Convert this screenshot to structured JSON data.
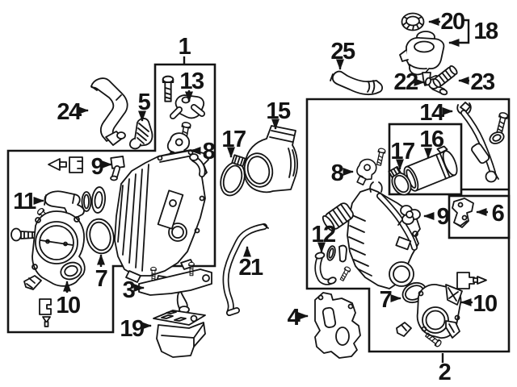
{
  "diagram": {
    "background_color": "#ffffff",
    "line_color": "#141414",
    "description": "Exploded automotive engine parts diagram with numbered callouts and grouping boxes",
    "groups": [
      {
        "id": "group-box-1",
        "label": "1"
      },
      {
        "id": "group-box-2",
        "label": "2"
      }
    ],
    "callouts": [
      {
        "id": "callout-1",
        "label": "1"
      },
      {
        "id": "callout-13",
        "label": "13"
      },
      {
        "id": "callout-5",
        "label": "5"
      },
      {
        "id": "callout-8-left",
        "label": "8"
      },
      {
        "id": "callout-17-left",
        "label": "17"
      },
      {
        "id": "callout-15",
        "label": "15"
      },
      {
        "id": "callout-24",
        "label": "24"
      },
      {
        "id": "callout-9-left",
        "label": "9"
      },
      {
        "id": "callout-11",
        "label": "11"
      },
      {
        "id": "callout-7-left",
        "label": "7"
      },
      {
        "id": "callout-10-left",
        "label": "10"
      },
      {
        "id": "callout-3",
        "label": "3"
      },
      {
        "id": "callout-19",
        "label": "19"
      },
      {
        "id": "callout-21",
        "label": "21"
      },
      {
        "id": "callout-25",
        "label": "25"
      },
      {
        "id": "callout-20",
        "label": "20"
      },
      {
        "id": "callout-18",
        "label": "18"
      },
      {
        "id": "callout-22",
        "label": "22"
      },
      {
        "id": "callout-23",
        "label": "23"
      },
      {
        "id": "callout-14",
        "label": "14"
      },
      {
        "id": "callout-16",
        "label": "16"
      },
      {
        "id": "callout-17-right",
        "label": "17"
      },
      {
        "id": "callout-8-right",
        "label": "8"
      },
      {
        "id": "callout-9-right",
        "label": "9"
      },
      {
        "id": "callout-6",
        "label": "6"
      },
      {
        "id": "callout-12",
        "label": "12"
      },
      {
        "id": "callout-7-right",
        "label": "7"
      },
      {
        "id": "callout-10-right",
        "label": "10"
      },
      {
        "id": "callout-4",
        "label": "4"
      },
      {
        "id": "callout-2",
        "label": "2"
      }
    ]
  }
}
